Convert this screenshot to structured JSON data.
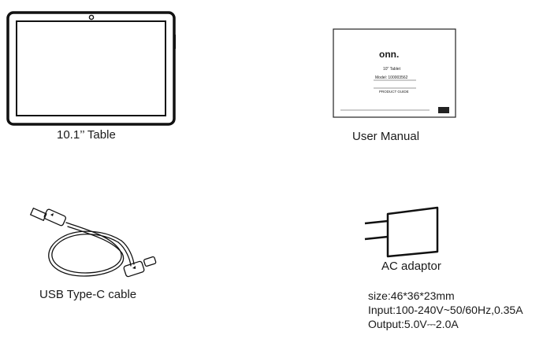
{
  "items": {
    "tablet": {
      "caption": "10.1’’ Table",
      "icon": "tablet-icon"
    },
    "manual": {
      "caption": "User Manual",
      "icon": "manual-icon",
      "brand": "onn.",
      "product": "10\" Tablet",
      "model": "Model: 100003562",
      "guide": "PRODUCT GUIDE"
    },
    "cable": {
      "caption": "USB Type-C cable",
      "icon": "usb-cable-icon"
    },
    "adaptor": {
      "caption": "AC adaptor",
      "icon": "ac-adaptor-icon",
      "specs": {
        "size": "size:46*36*23mm",
        "input": "Input:100-240V~50/60Hz,0.35A",
        "output": "Output:5.0V⎓2.0A"
      }
    }
  }
}
